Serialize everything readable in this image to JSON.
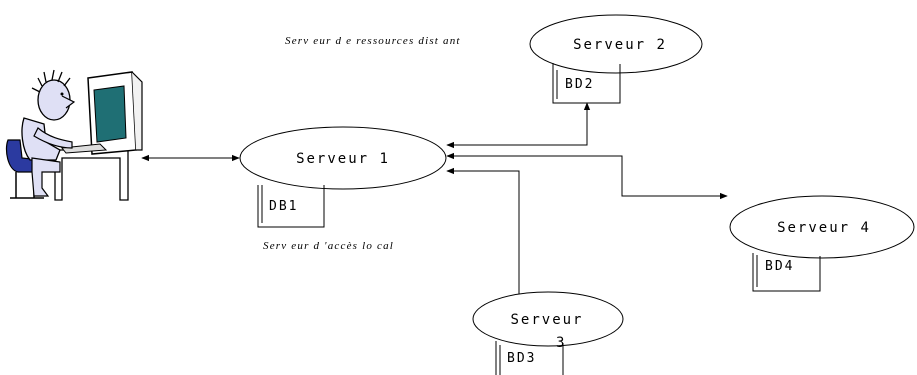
{
  "captions": {
    "remote": "Serv eur d e ressources dist ant",
    "local": "Serv eur d  'accès lo cal"
  },
  "servers": {
    "s1": "Serveur 1",
    "s2": "Serveur 2",
    "s3_line1": "Serveur",
    "s3_line2": "3",
    "s4": "Serveur 4"
  },
  "databases": {
    "db1": "DB1",
    "bd2": "BD2",
    "bd3": "BD3",
    "bd4": "BD4"
  },
  "icons": {
    "user": "user-at-computer-icon"
  },
  "colors": {
    "stroke": "#000000",
    "screen": "#1f6f74",
    "figure": "#dfe0f5",
    "chair": "#2b3aa0"
  }
}
